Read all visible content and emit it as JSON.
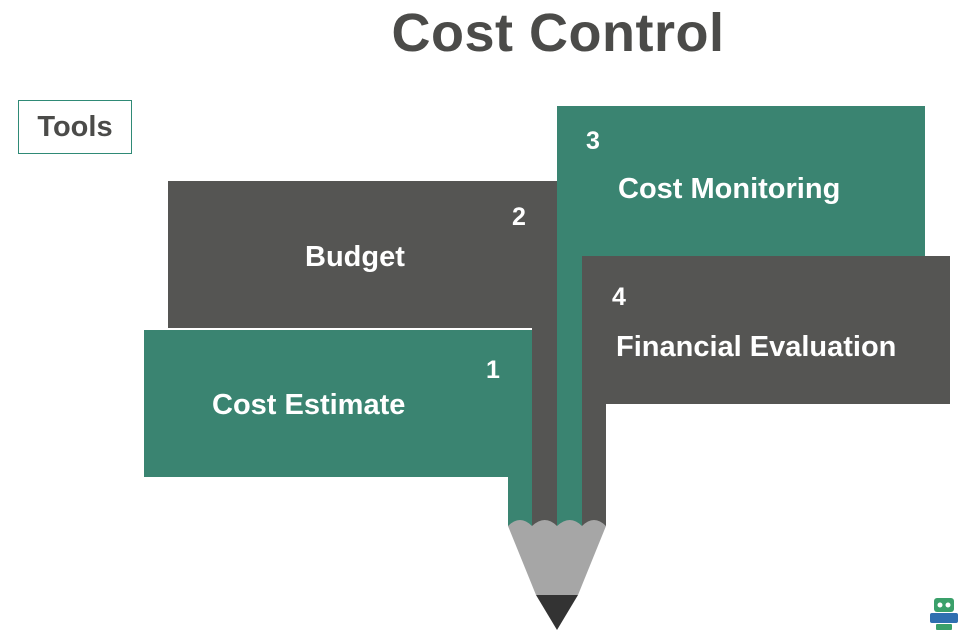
{
  "title": "Cost Control",
  "tools_label": "Tools",
  "colors": {
    "teal": "#3a8471",
    "charcoal": "#555553",
    "tip_wood": "#a6a6a6",
    "tip_lead": "#333333",
    "title_text": "#4b4b49",
    "border": "#2f8a76"
  },
  "steps": [
    {
      "number": "1",
      "label": "Cost Estimate",
      "color": "teal"
    },
    {
      "number": "2",
      "label": "Budget",
      "color": "charcoal"
    },
    {
      "number": "3",
      "label": "Cost Monitoring",
      "color": "teal"
    },
    {
      "number": "4",
      "label": "Financial Evaluation",
      "color": "charcoal"
    }
  ],
  "logo": {
    "icon": "bot-icon"
  }
}
